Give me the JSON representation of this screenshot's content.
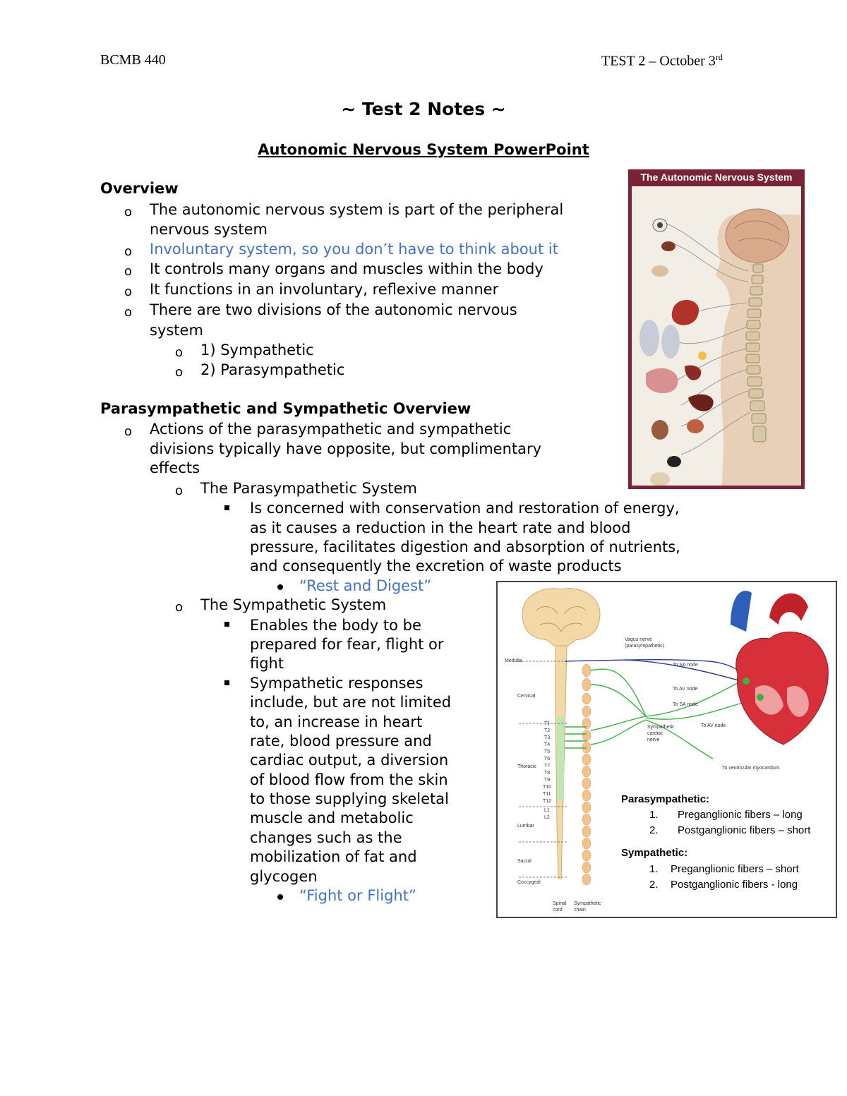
{
  "header": {
    "course": "BCMB 440",
    "test": "TEST 2 – October 3",
    "test_sup": "rd"
  },
  "title": "~ Test 2 Notes ~",
  "subtitle": "Autonomic Nervous System PowerPoint",
  "overview": {
    "heading": "Overview",
    "items": [
      "The autonomic nervous system is part of the peripheral",
      "nervous system",
      "Involuntary system, so you don’t have to think about it",
      "It controls many organs and muscles within the body",
      "It functions in an involuntary, reflexive manner",
      "There are two divisions of the autonomic nervous",
      "system"
    ],
    "divisions": [
      "1) Sympathetic",
      "2) Parasympathetic"
    ]
  },
  "ps_overview": {
    "heading": "Parasympathetic and Sympathetic Overview",
    "intro": [
      "Actions of the parasympathetic and sympathetic",
      "divisions typically have opposite, but complimentary",
      "effects"
    ],
    "para_heading": "The Parasympathetic System",
    "para_text": [
      "Is concerned with conservation and restoration of energy,",
      "as it causes a reduction in the heart rate and blood",
      "pressure, facilitates digestion and absorption of nutrients,",
      "and consequently the excretion of waste products"
    ],
    "para_tag": "“Rest and Digest”",
    "symp_heading": "The Sympathetic System",
    "symp_text1": [
      "Enables the body to be",
      "prepared for fear, flight or",
      "fight"
    ],
    "symp_text2": [
      "Sympathetic responses",
      "include, but are not limited",
      "to, an increase in heart",
      "rate, blood pressure and",
      "cardiac output, a diversion",
      "of blood flow from the skin",
      "to those supplying skeletal",
      "muscle and metabolic",
      "changes such as the",
      "mobilization of fat and",
      "glycogen"
    ],
    "symp_tag": "“Fight or Flight”"
  },
  "bullet_glyphs": {
    "level1": "o",
    "level2": "o"
  },
  "figure1": {
    "title": "The Autonomic Nervous System"
  },
  "figure2": {
    "labels": {
      "medulla": "Medulla",
      "cervical": "Cervical",
      "thoracic": "Thoracic",
      "lumbar": "Lumbar",
      "sacral": "Sacral",
      "coccygeal": "Coccygeal",
      "vagus": "Vagus nerve",
      "vagus2": "(parasympathetic)",
      "sa1": "To SA node",
      "av1": "To AV node",
      "sa2": "To SA node",
      "av2": "To AV node",
      "symp1": "Sympathetic",
      "symp2": "cardiac",
      "symp3": "nerve",
      "ventricular": "To ventricular myocardium",
      "spinal1": "Spinal",
      "spinal2": "cord",
      "chain1": "Sympathetic",
      "chain2": "chain",
      "segments": [
        "T1",
        "T2",
        "T3",
        "T4",
        "T5",
        "T6",
        "T7",
        "T8",
        "T9",
        "T10",
        "T11",
        "T12",
        "L1",
        "L2"
      ]
    },
    "legend": {
      "para_heading": "Parasympathetic:",
      "para_items": [
        "Preganglionic fibers – long",
        "Postganglionic fibers – short"
      ],
      "symp_heading": "Sympathetic:",
      "symp_items": [
        "Preganglionic fibers – short",
        "Postganglionic fibers - long"
      ],
      "nums": [
        "1.",
        "2."
      ]
    }
  },
  "colors": {
    "link_blue": "#4472c4",
    "fig1_frame": "#7a2336",
    "vagus_blue": "#2b3a8f",
    "sympathetic_green": "#3cb043"
  }
}
